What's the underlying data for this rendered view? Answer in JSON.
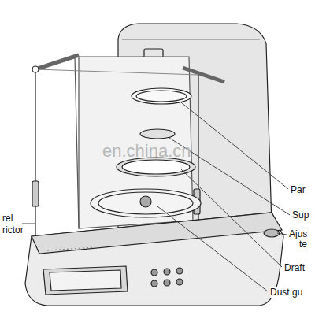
{
  "diagram": {
    "labels": [
      "en.china.cn",
      "rel",
      "rictor",
      "Par",
      "Sup",
      "Ajus",
      "te",
      "Draft",
      "Dust gu"
    ]
  }
}
